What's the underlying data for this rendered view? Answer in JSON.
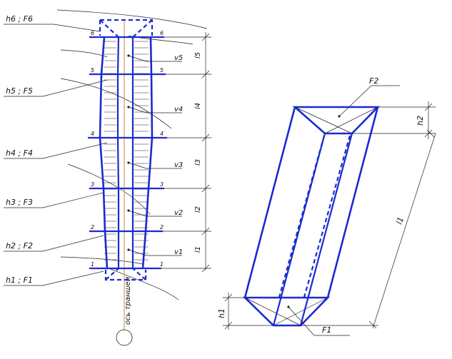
{
  "left_labels": [
    "h6 ; F6",
    "h5 ; F5",
    "h4 ; F4",
    "h3 ; F3",
    "h2 ; F2",
    "h1 ; F1"
  ],
  "section_numbers": [
    "6",
    "5",
    "4",
    "3",
    "2",
    "1"
  ],
  "volume_labels": [
    "v5",
    "v4",
    "v3",
    "v2",
    "v1"
  ],
  "length_labels": [
    "l5",
    "l4",
    "l3",
    "l2",
    "l1"
  ],
  "axis_label": "ось траншеи",
  "right": {
    "F2": "F2",
    "F1": "F1",
    "h2": "h2",
    "h1": "h1",
    "l1": "l1"
  }
}
